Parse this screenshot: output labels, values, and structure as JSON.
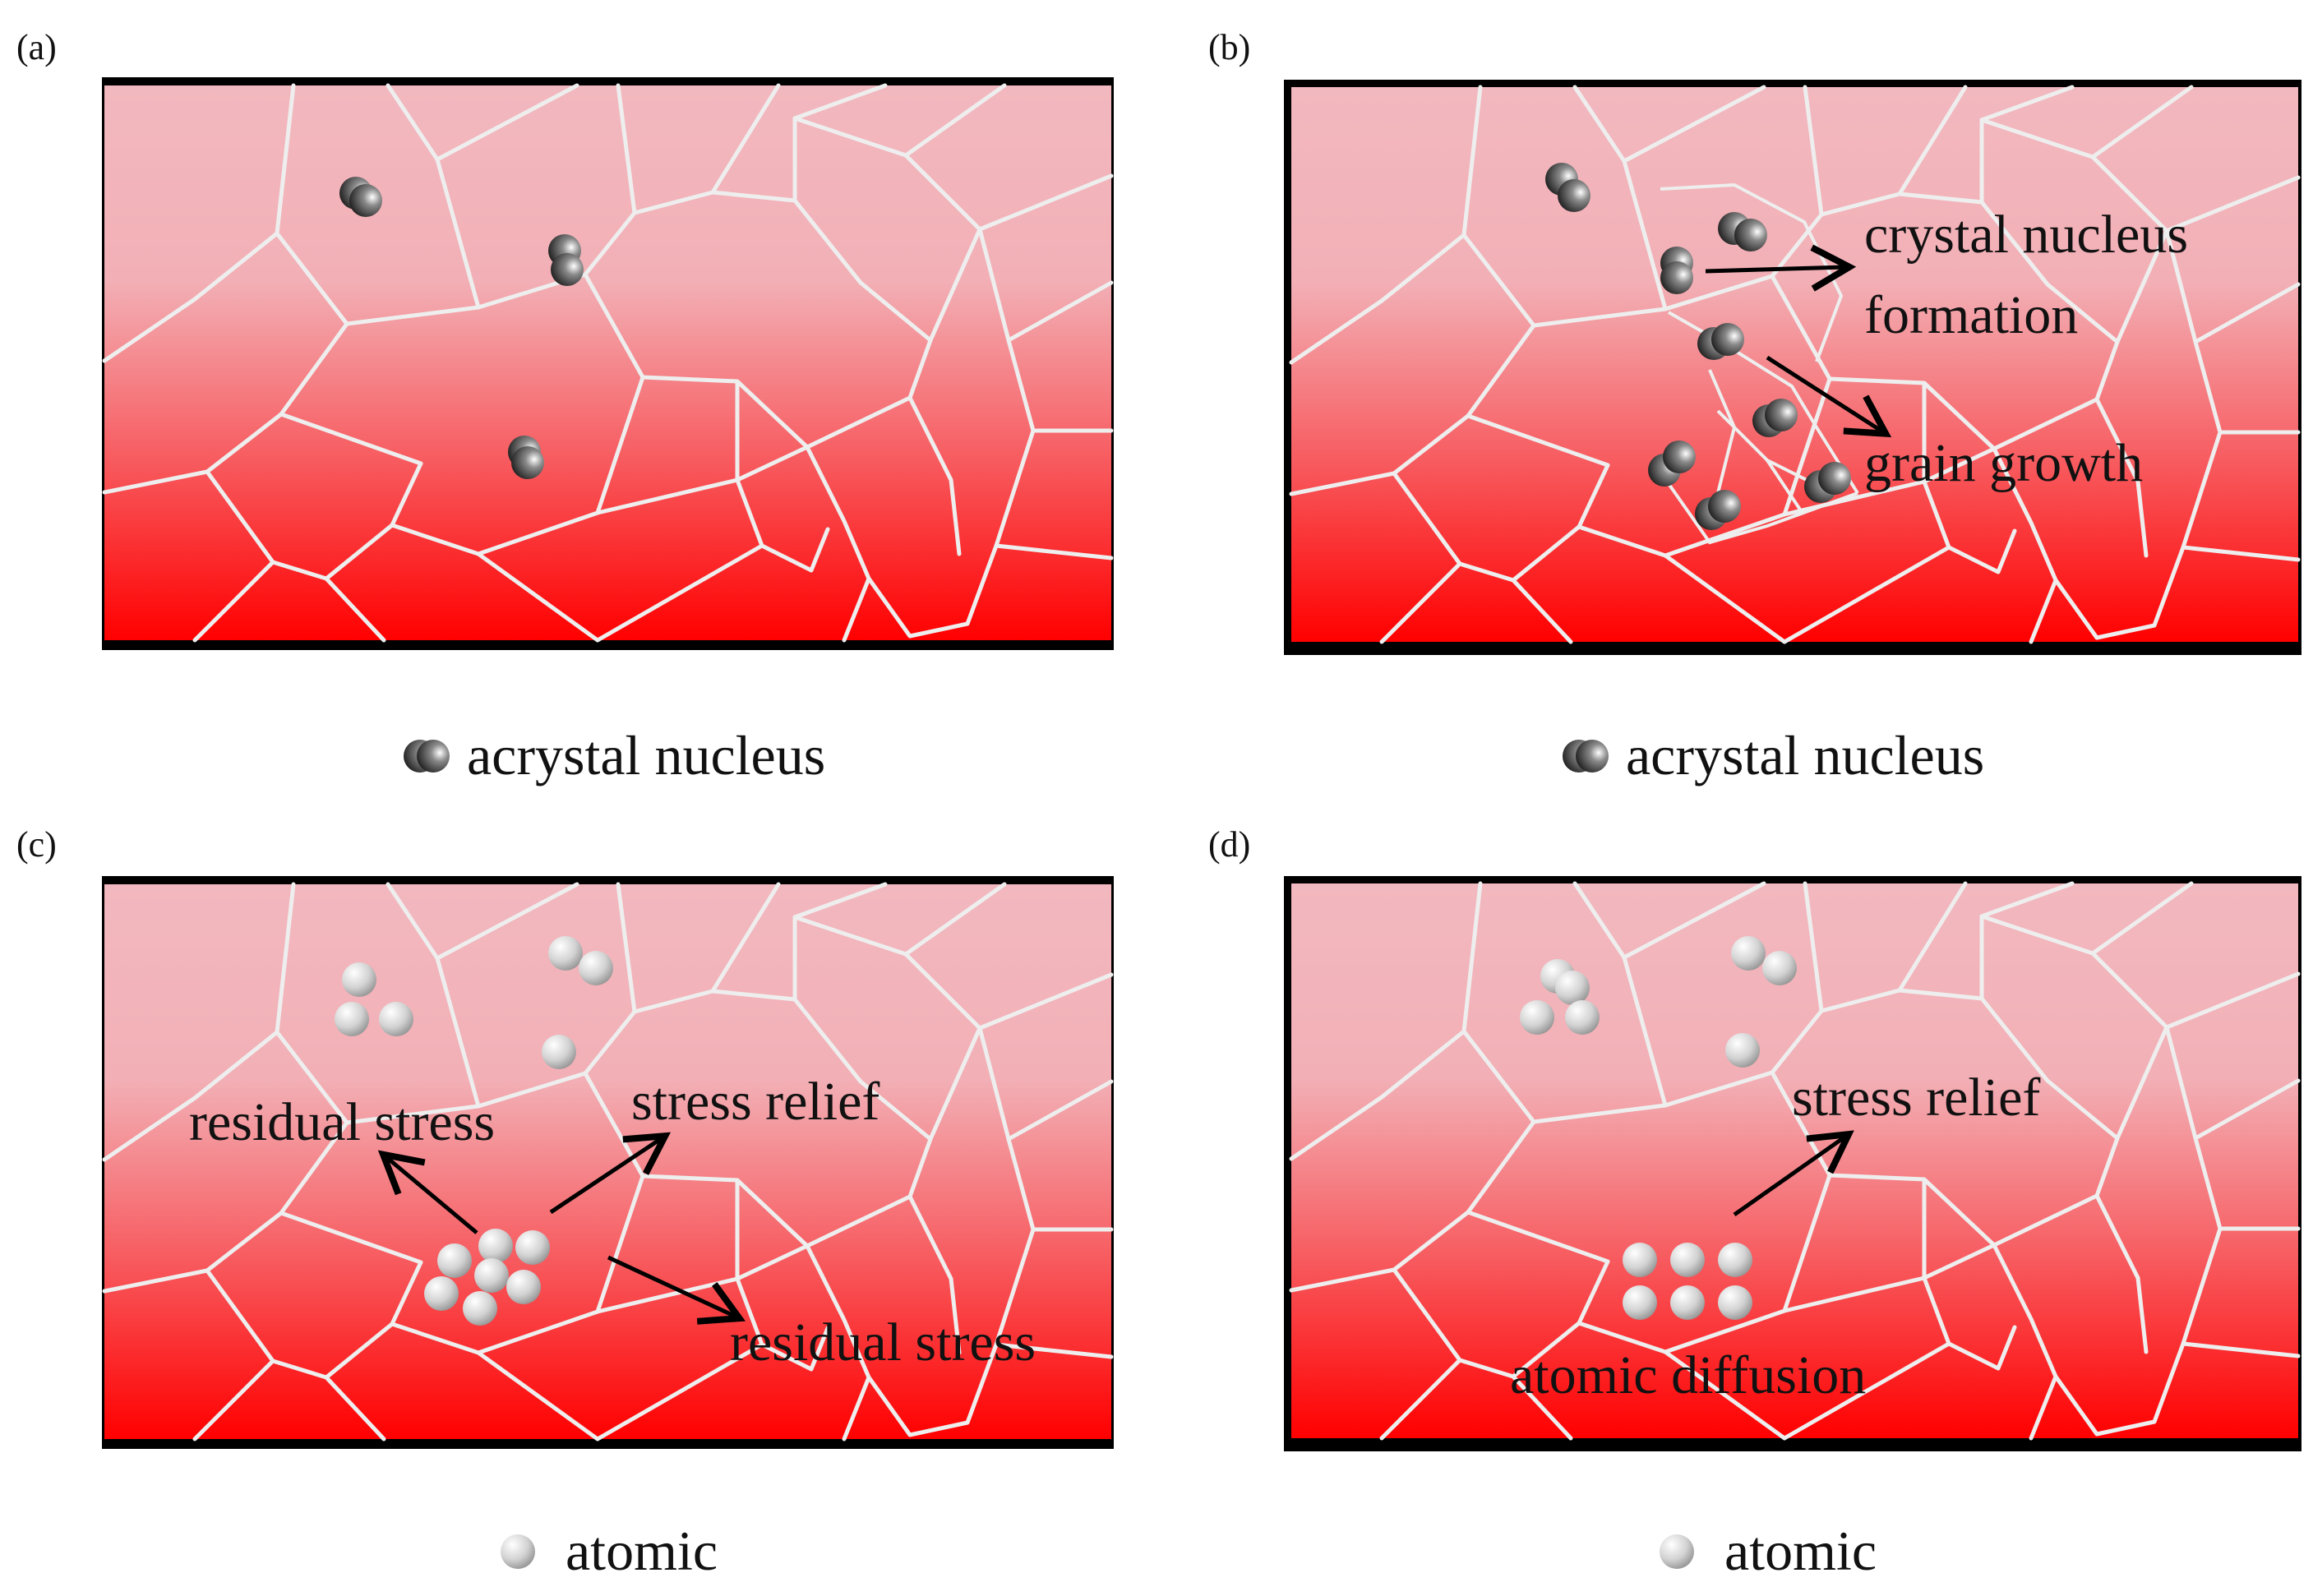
{
  "colors": {
    "gradient_top": "#f2b8bf",
    "gradient_bottom": "#ff0000",
    "grain_boundary": "#eeeeee",
    "frame": "#000000",
    "arrow": "#000000"
  },
  "panels": [
    {
      "label": "(a)",
      "annotations": [],
      "legend": {
        "icon": "crystal-nucleus-icon",
        "text": "acrystal nucleus"
      }
    },
    {
      "label": "(b)",
      "annotations": [
        "crystal nucleus",
        "formation",
        "grain growth"
      ],
      "legend": {
        "icon": "crystal-nucleus-icon",
        "text": "acrystal nucleus"
      }
    },
    {
      "label": "(c)",
      "annotations": [
        "residual stress",
        "stress relief",
        "residual stress"
      ],
      "legend": {
        "icon": "atom-icon",
        "text": "atomic"
      }
    },
    {
      "label": "(d)",
      "annotations": [
        "stress relief",
        "atomic diffusion"
      ],
      "legend": {
        "icon": "atom-icon",
        "text": "atomic"
      }
    }
  ]
}
